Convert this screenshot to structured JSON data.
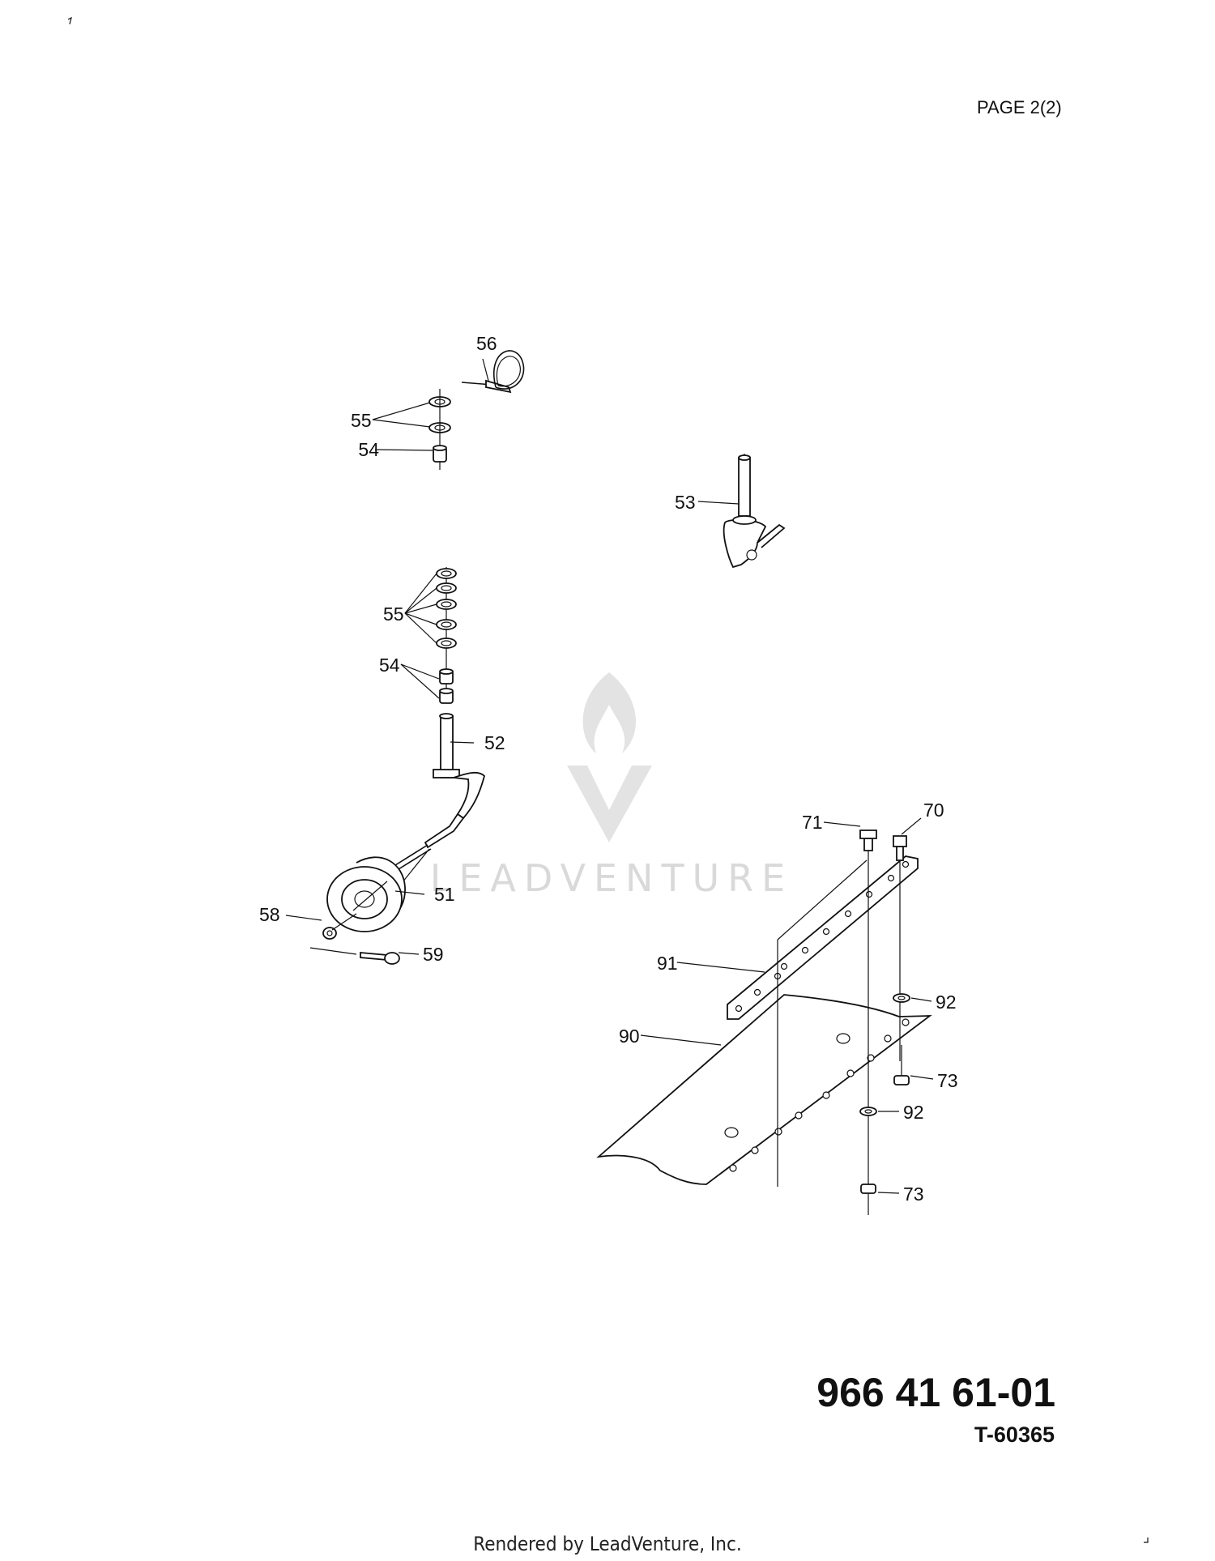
{
  "header": {
    "page_label": "PAGE  2(2)"
  },
  "title_block": {
    "part_number": "966 41 61-01",
    "drawing_number": "T-60365"
  },
  "footer": {
    "rendered_by": "Rendered by LeadVenture, Inc."
  },
  "watermark": {
    "text": "LEADVENTURE"
  },
  "callouts": {
    "c56": "56",
    "c55a": "55",
    "c54a": "54",
    "c53": "53",
    "c55b": "55",
    "c54b": "54",
    "c52": "52",
    "c51": "51",
    "c58": "58",
    "c59": "59",
    "c70": "70",
    "c71": "71",
    "c91": "91",
    "c92a": "92",
    "c90": "90",
    "c73a": "73",
    "c92b": "92",
    "c73b": "73"
  },
  "colors": {
    "line": "#111111",
    "watermark": "#d9d9d9"
  }
}
